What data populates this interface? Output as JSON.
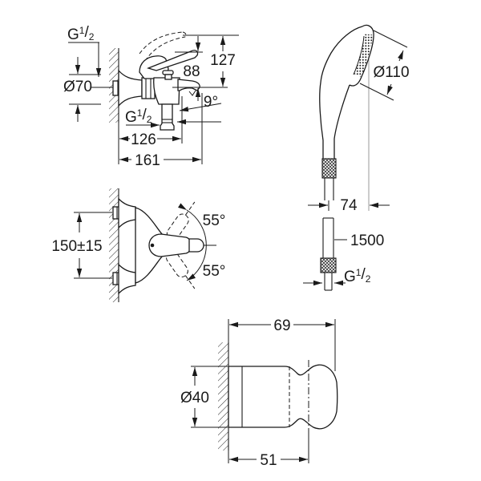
{
  "meta": {
    "kind": "technical dimensional drawing",
    "product": "wall-mounted bath mixer with hand shower, hose and wall holder",
    "background": "#ffffff",
    "line_color": "#1a1a1a",
    "centerline_gray": "#999999"
  },
  "thread": {
    "prefix": "G",
    "numerator": "1",
    "slash": "/",
    "denominator": "2"
  },
  "mixer_side": {
    "escutcheon_diameter": "Ø70",
    "height_total": "127",
    "height_to_lever": "88",
    "spout_angle": "9°",
    "projection_to_outlet": "126",
    "projection_total": "161"
  },
  "mixer_top": {
    "hole_centers": "150±15",
    "lever_swing_up": "55°",
    "lever_swing_down": "55°"
  },
  "hand_shower": {
    "head_diameter": "Ø110",
    "head_offset": "74",
    "hose_length": "1500"
  },
  "wall_holder": {
    "depth_total": "69",
    "diameter": "Ø40",
    "depth_to_center": "51"
  }
}
